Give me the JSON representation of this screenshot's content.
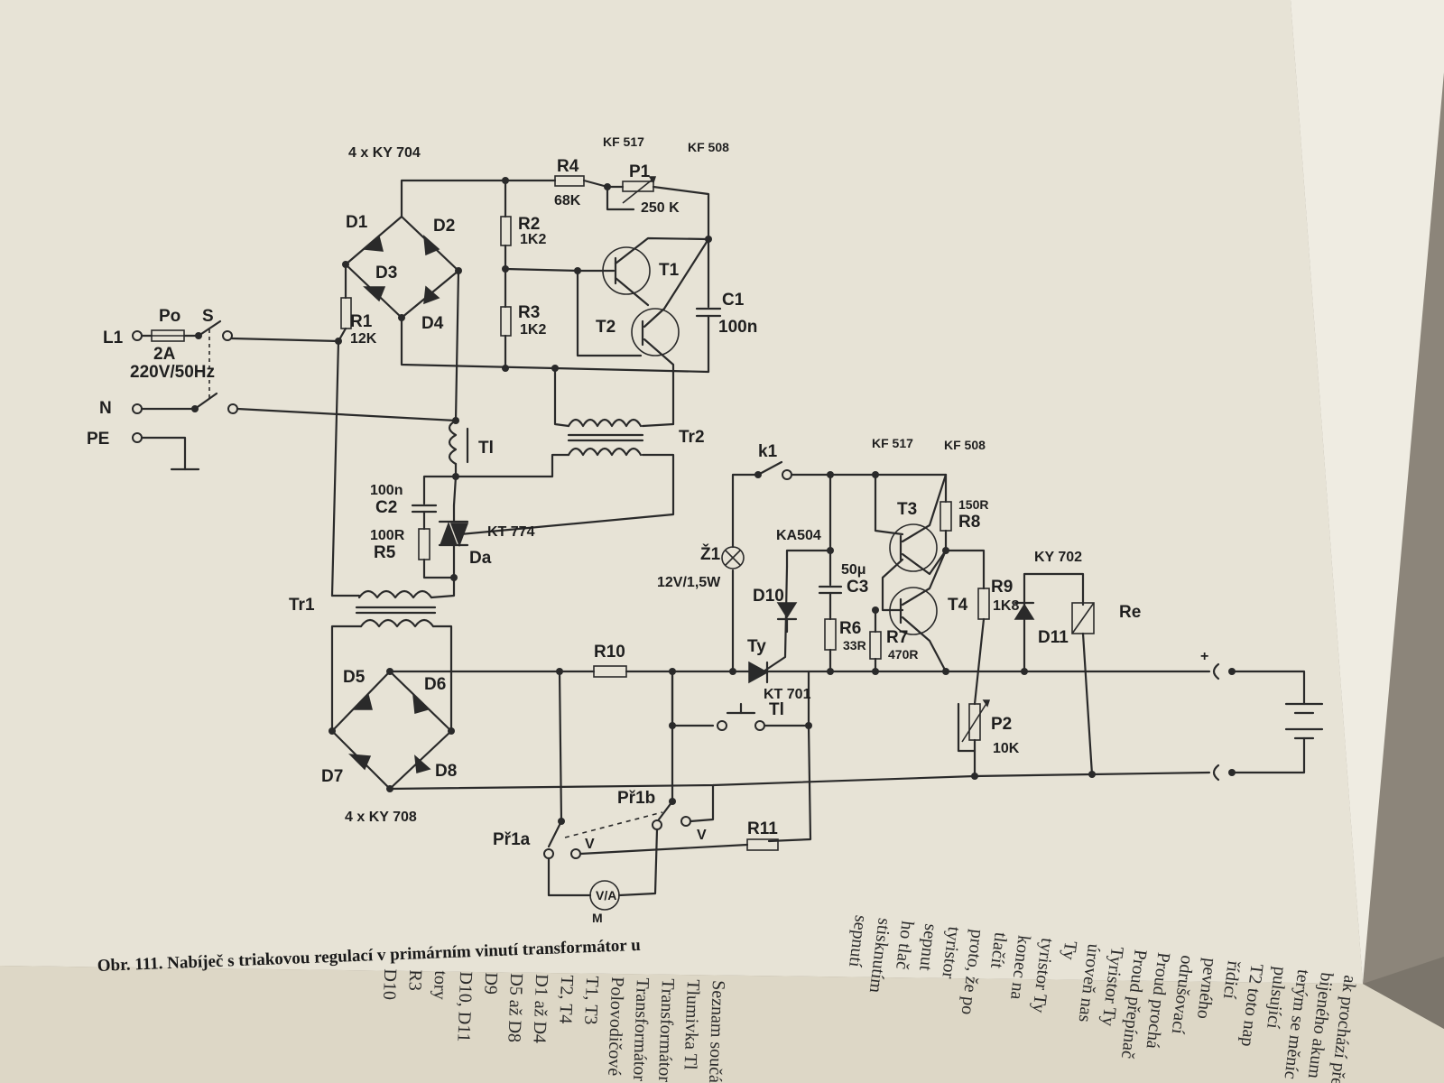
{
  "labels": {
    "bridge1_type": "4 x KY 704",
    "t1_type": "KF 517",
    "t2_type": "KF 508",
    "r4": "R4",
    "r4_val": "68K",
    "p1": "P1",
    "p1_val": "250 K",
    "d1": "D1",
    "d2": "D2",
    "d3": "D3",
    "d4": "D4",
    "r2": "R2",
    "r2_val": "1K2",
    "r3": "R3",
    "r3_val": "1K2",
    "t1": "T1",
    "t2": "T2",
    "c1": "C1",
    "c1_val": "100n",
    "po": "Po",
    "s": "S",
    "l1": "L1",
    "fuse_val": "2A",
    "mains": "220V/50Hz",
    "r1": "R1",
    "r1_val": "12K",
    "n": "N",
    "pe": "PE",
    "tl": "Tl",
    "tr2": "Tr2",
    "c2_val": "100n",
    "c2": "C2",
    "r5_val": "100R",
    "r5": "R5",
    "triac": "KT 774",
    "da": "Da",
    "tr1": "Tr1",
    "k1": "k1",
    "t3_type": "KF 517",
    "t4_type": "KF 508",
    "r8_val": "150R",
    "r8": "R8",
    "t3": "T3",
    "t4": "T4",
    "ka504": "KA504",
    "z1": "Ž1",
    "z1_val": "12V/1,5W",
    "c3_val": "50μ",
    "c3": "C3",
    "d10": "D10",
    "r9": "R9",
    "r9_val": "1K8",
    "ky702": "KY 702",
    "d11": "D11",
    "re": "Re",
    "r6": "R6",
    "r6_val": "33R",
    "r7": "R7",
    "r7_val": "470R",
    "ty": "Ty",
    "kt701": "KT 701",
    "r10": "R10",
    "tl_button": "Tl",
    "p2": "P2",
    "p2_val": "10K",
    "d5": "D5",
    "d6": "D6",
    "d7": "D7",
    "d8": "D8",
    "bridge2_type": "4 x KY 708",
    "pr1b": "Př1b",
    "pr1a": "Př1a",
    "v1": "V",
    "v2": "V",
    "r11": "R11",
    "meter": "V/A",
    "m": "M",
    "plus": "+"
  },
  "caption": "Obr. 111. Nabíječ s triakovou regulací v primárním vinutí transformátor u",
  "page_text_right": [
    "ak prochází přes",
    "bijeného akum",
    "terým se měníc",
    "pulsující",
    "T2 toto nap",
    "řídicí",
    "pevného",
    "odrušovací",
    "Proud prochá",
    "Proud přepínač",
    "Tyristor Ty",
    "úroveň nas",
    "Ty",
    "tyristor Ty",
    "konec na",
    "tlačít",
    "proto, že po",
    "tyristor",
    "sepnut",
    "ho tlač",
    "stisknutím",
    "sepnutí"
  ],
  "page_text_left": [
    "Seznam součást",
    "Tlumivka Tl",
    "Transformátor",
    "Transformátor",
    "Polovodičové",
    "T1, T3",
    "T2, T4",
    "D1 až D4",
    "D5 až D8",
    "D9",
    "D10, D11",
    "tory",
    "R3",
    "D10"
  ]
}
